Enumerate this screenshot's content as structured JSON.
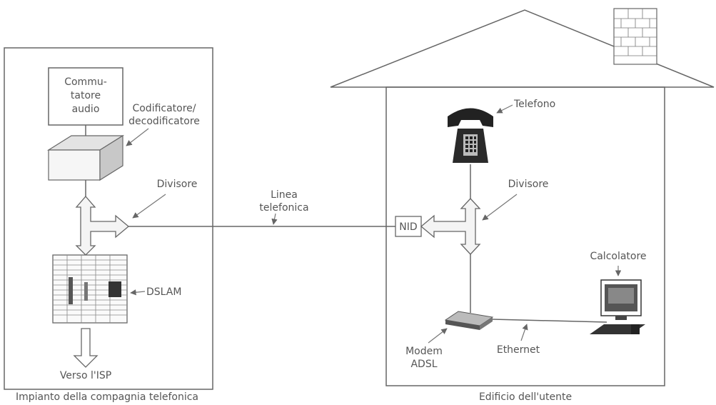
{
  "diagram": {
    "company_label": "Impianto della compagnia telefonica",
    "user_label": "Edificio dell'utente",
    "switch_label": [
      "Commu-",
      "tatore",
      "audio"
    ],
    "codec_label": [
      "Codificatore/",
      "decodificatore"
    ],
    "splitter_left_label": "Divisore",
    "dslam_label": "DSLAM",
    "isp_label": "Verso l'ISP",
    "line_label": [
      "Linea",
      "telefonica"
    ],
    "nid_label": "NID",
    "phone_label": "Telefono",
    "splitter_right_label": "Divisore",
    "computer_label": "Calcolatore",
    "modem_label": [
      "Modem",
      "ADSL"
    ],
    "ethernet_label": "Ethernet"
  }
}
